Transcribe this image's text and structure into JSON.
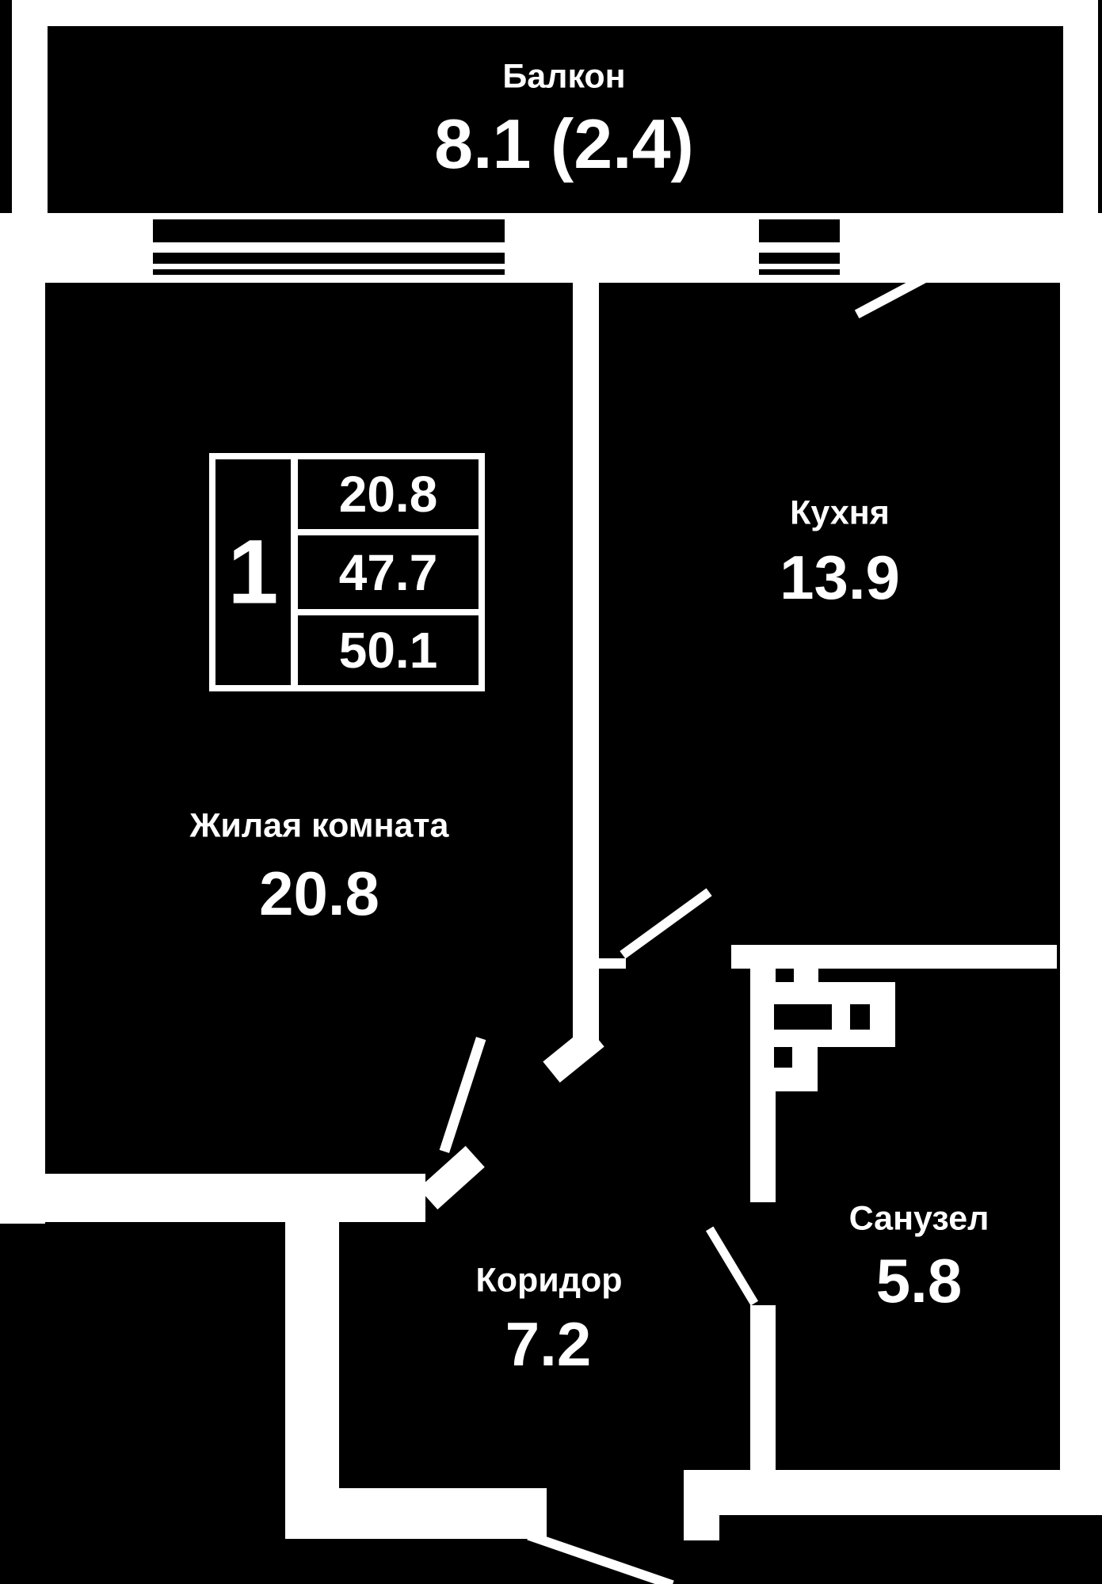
{
  "balcony": {
    "name": "Балкон",
    "area": "8.1 (2.4)"
  },
  "rooms": {
    "living": {
      "name": "Жилая комната",
      "area": "20.8"
    },
    "kitchen": {
      "name": "Кухня",
      "area": "13.9"
    },
    "corridor": {
      "name": "Коридор",
      "area": "7.2"
    },
    "bathroom": {
      "name": "Санузел",
      "area": "5.8"
    }
  },
  "legend": {
    "rooms_count": "1",
    "living_area": "20.8",
    "total_area": "47.7",
    "total_with_balcony": "50.1"
  },
  "colors": {
    "floor": "#000000",
    "wall": "#ffffff"
  }
}
